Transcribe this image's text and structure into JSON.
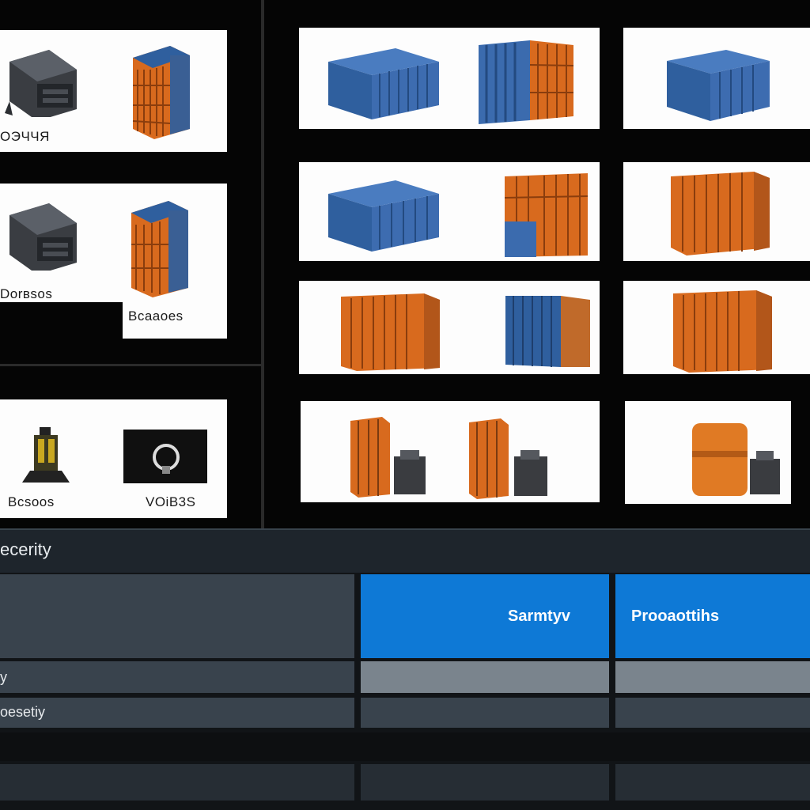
{
  "left_gallery": {
    "cards": [
      {
        "label": "ОЭЧЧЯ"
      },
      {
        "label": "Dorвsos"
      },
      {
        "label": "Bcaaoes"
      },
      {
        "label": "Bcsoos"
      },
      {
        "label": "VOiB3S"
      }
    ]
  },
  "bottom_panel": {
    "header_title": "ecerity",
    "table": {
      "columns": [
        "",
        "Sarmtyv",
        "Prooaottihs"
      ],
      "rows": [
        {
          "label": "y"
        },
        {
          "label": "oesetiy"
        },
        {
          "label": ""
        },
        {
          "label": ""
        }
      ]
    }
  },
  "colors": {
    "accent_blue": "#0e79d6",
    "container_blue": "#2f5f9e",
    "container_orange": "#d86a1e"
  }
}
